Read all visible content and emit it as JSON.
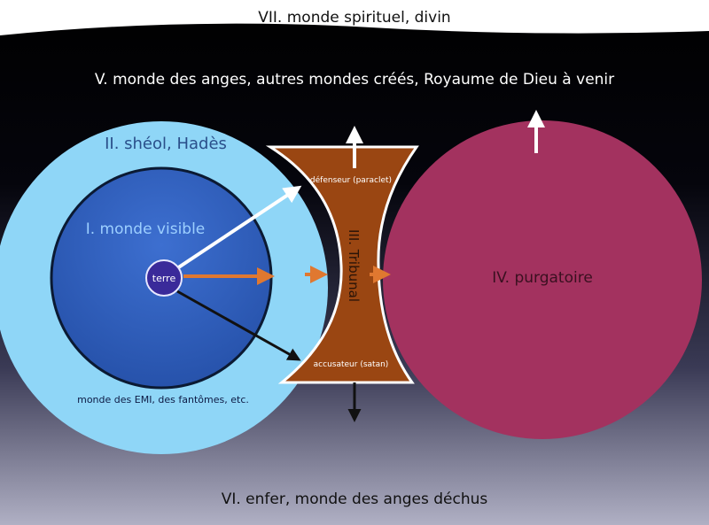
{
  "levels": {
    "vii": "VII. monde spirituel, divin",
    "v": "V. monde des anges, autres mondes créés, Royaume de Dieu à venir",
    "vi": "VI. enfer, monde des anges déchus",
    "ii": "II. shéol, Hadès",
    "i": "I. monde visible",
    "iii": "III. Tribunal",
    "iv": "IV.  purgatoire"
  },
  "labels": {
    "terre": "terre",
    "emi": "monde des EMI, des fantômes, etc.",
    "defenseur": "défenseur (paraclet)",
    "accusateur": "accusateur (satan)"
  },
  "colors": {
    "sheol": "#8fd6f7",
    "monde_visible": "#2c5cba",
    "terre": "#3a2a9a",
    "tribunal": "#9a4612",
    "purgatoire": "#a3325f",
    "arrow_orange": "#e07830",
    "top_band": "#ffffff"
  }
}
